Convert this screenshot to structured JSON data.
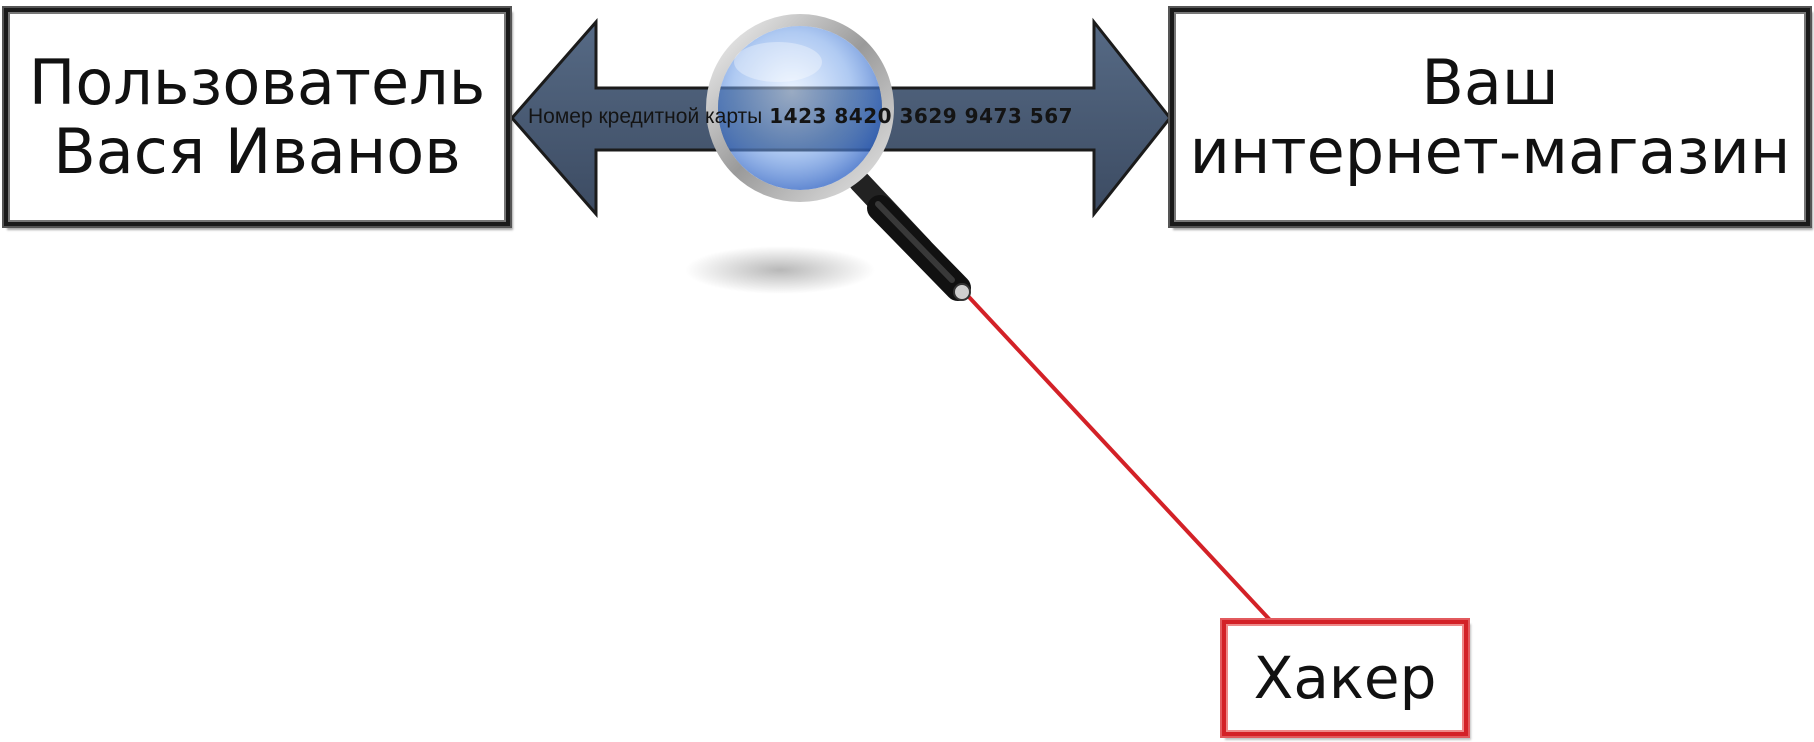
{
  "diagram": {
    "user_box": {
      "line1": "Пользователь",
      "line2": "Вася Иванов"
    },
    "shop_box": {
      "line1": "Ваш",
      "line2": "интернет-магазин"
    },
    "hacker_box": {
      "label": "Хакер"
    },
    "arrow": {
      "caption": "Номер кредитной карты",
      "card_number": "1423 8420 3629 9473 567",
      "color": "#4a5b73"
    },
    "tap_line_color": "#d32127",
    "magnifier_lens_color": "#5b8fe0"
  }
}
